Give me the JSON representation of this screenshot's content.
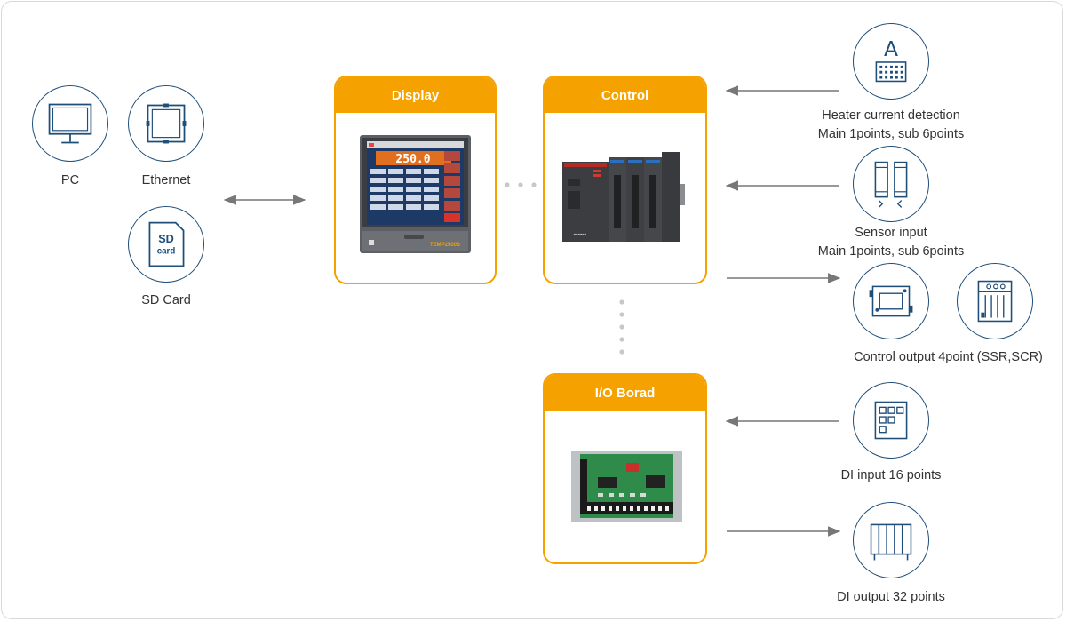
{
  "left": {
    "pc_label": "PC",
    "ethernet_label": "Ethernet",
    "sdcard_label": "SD Card",
    "sd_icon_top": "SD",
    "sd_icon_bottom": "card"
  },
  "modules": {
    "display": {
      "title": "Display",
      "screen_value": "250.0",
      "brand": "TEMP2500S"
    },
    "control": {
      "title": "Control"
    },
    "io_board": {
      "title": "I/O Borad"
    }
  },
  "right": {
    "heater_icon_letter": "A",
    "heater_line1": "Heater current detection",
    "heater_line2": "Main 1points, sub 6points",
    "sensor_line1": "Sensor input",
    "sensor_line2": "Main 1points, sub 6points",
    "control_output_label": "Control output 4point (SSR,SCR)",
    "di_input_label": "DI input 16 points",
    "di_output_label": "DI output 32 points"
  },
  "colors": {
    "accent": "#f5a100",
    "icon_stroke": "#1f4e79",
    "connector": "#777777"
  }
}
